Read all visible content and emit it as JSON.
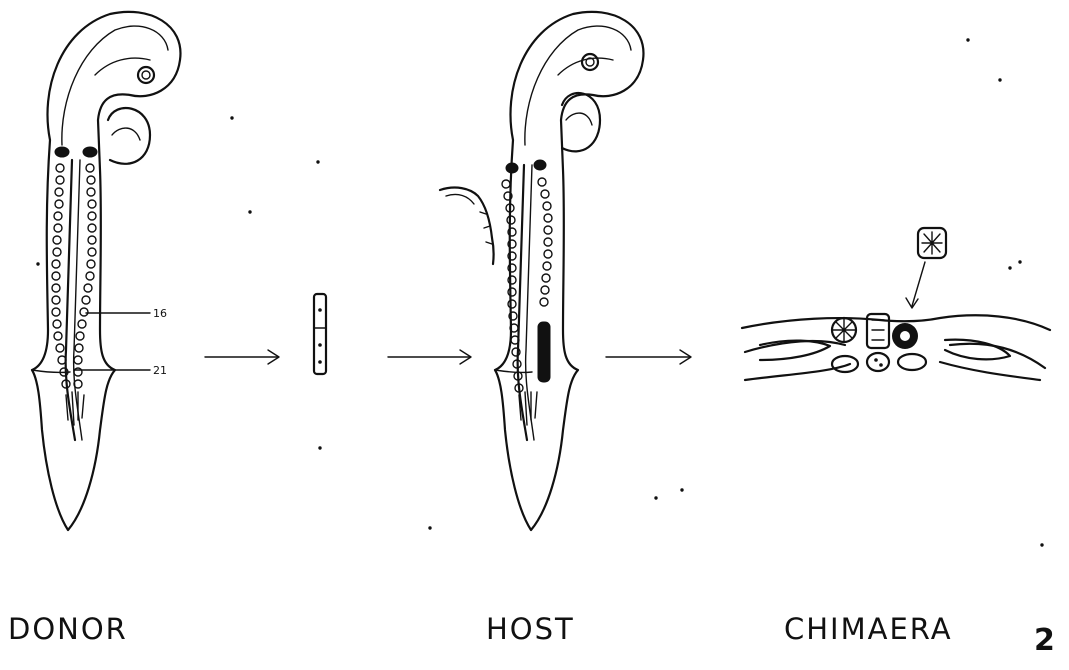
{
  "labels": {
    "donor": "DONOR",
    "host": "HOST",
    "chimaera": "CHIMAERA",
    "figure_number": "2"
  },
  "donor_markers": {
    "upper": "16",
    "lower": "21"
  }
}
